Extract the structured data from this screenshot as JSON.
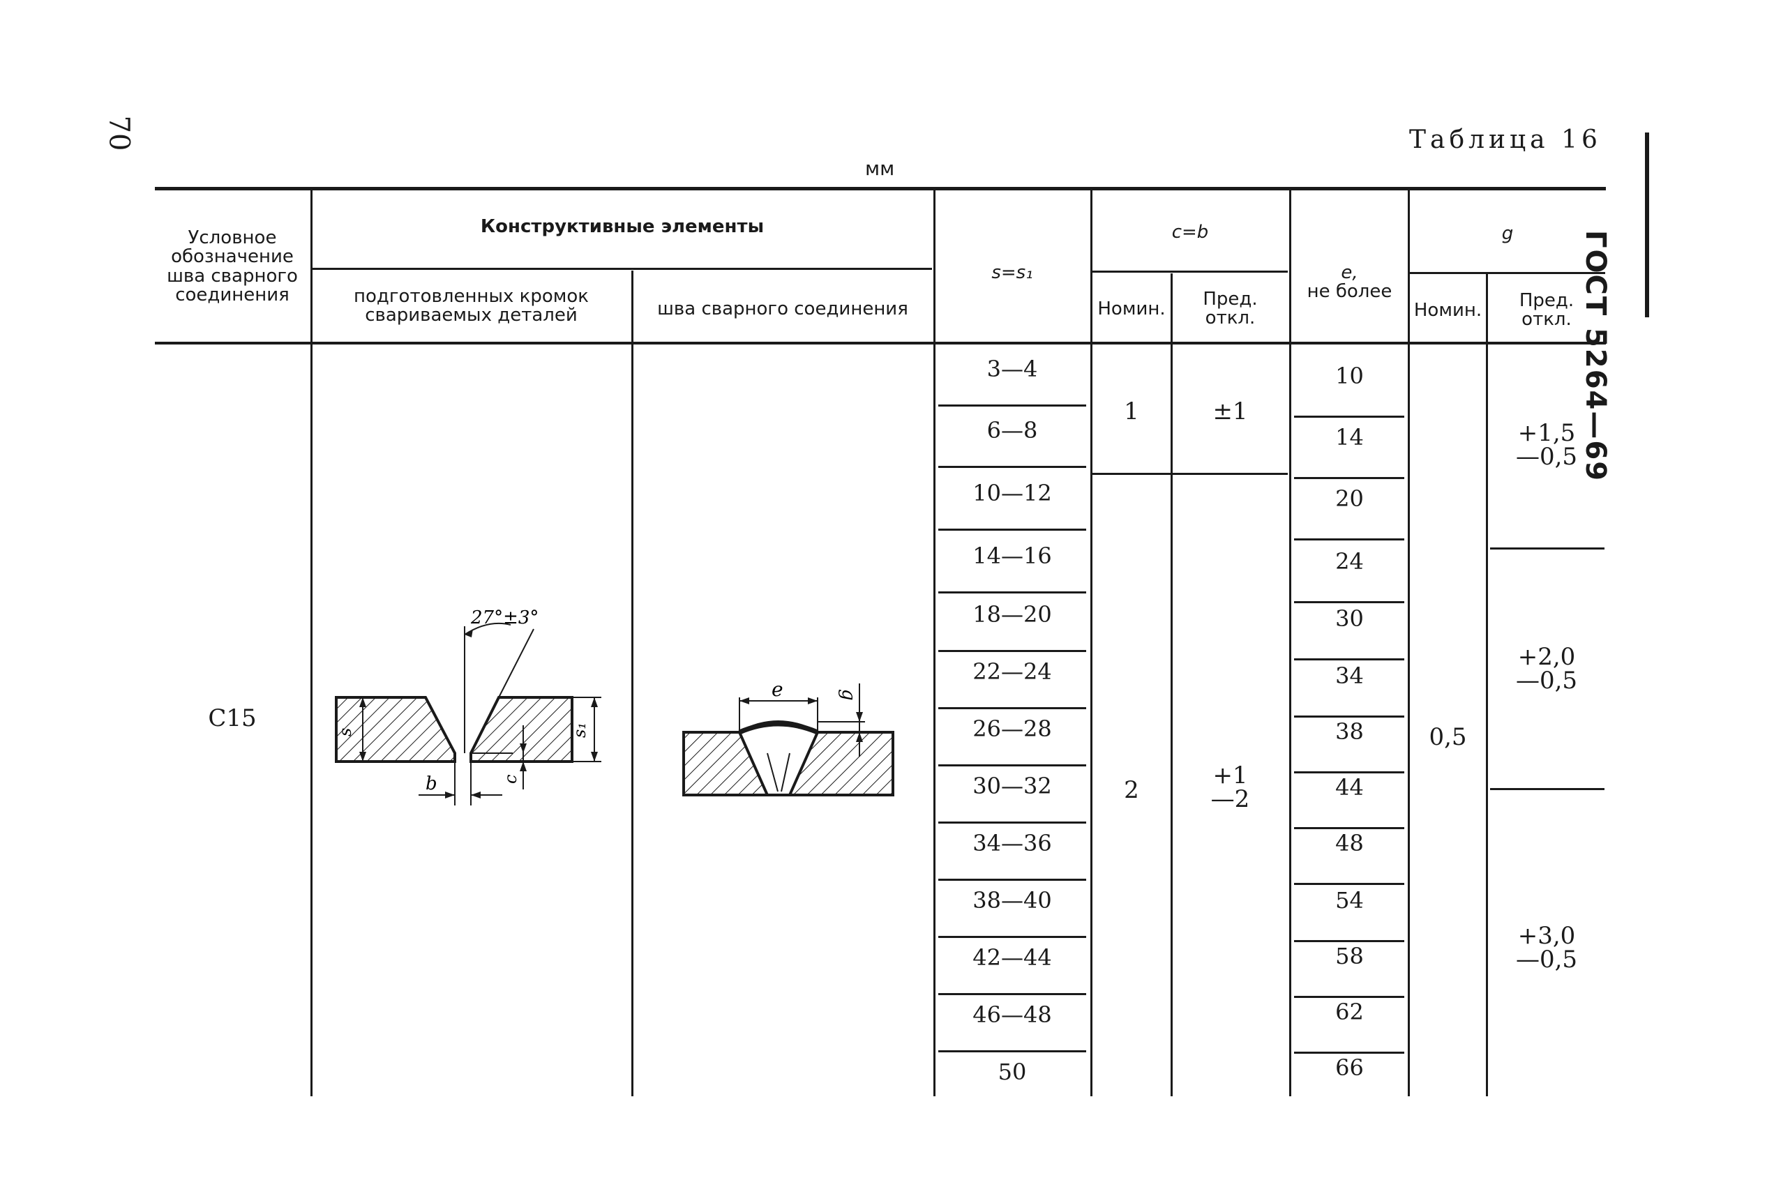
{
  "page": {
    "number": "70",
    "standard": "ГОСТ 5264—69",
    "table_title": "Таблица 16",
    "unit": "мм"
  },
  "headers": {
    "designation": [
      "Условное",
      "обозначение",
      "шва сварного",
      "соединения"
    ],
    "construct": "Конструктивные элементы",
    "prepared_edges": [
      "подготовленных кромок",
      "свариваемых деталей"
    ],
    "weld_seam": "шва сварного соединения",
    "s": "s=s₁",
    "cb": "c=b",
    "nominal": "Номин.",
    "tolerance": [
      "Пред.",
      "откл."
    ],
    "e": [
      "e,",
      "не более"
    ],
    "g": "g"
  },
  "designation": "C15",
  "drawing_labels": {
    "angle": "27°±3°",
    "s": "s",
    "s1": "s₁",
    "b": "b",
    "c": "c",
    "e": "e",
    "g": "g"
  },
  "s_values": [
    "3—4",
    "6—8",
    "10—12",
    "14—16",
    "18—20",
    "22—24",
    "26—28",
    "30—32",
    "34—36",
    "38—40",
    "42—44",
    "46—48",
    "50"
  ],
  "cb_groups": [
    {
      "nominal": "1",
      "tolerance": "±1"
    },
    {
      "nominal": "2",
      "tolerance_plus": "+1",
      "tolerance_minus": "—2"
    }
  ],
  "e_values": [
    "10",
    "14",
    "20",
    "24",
    "30",
    "34",
    "38",
    "44",
    "48",
    "54",
    "58",
    "62",
    "66"
  ],
  "g_nominal": "0,5",
  "g_tolerances": [
    {
      "plus": "+1,5",
      "minus": "—0,5"
    },
    {
      "plus": "+2,0",
      "minus": "—0,5"
    },
    {
      "plus": "+3,0",
      "minus": "—0,5"
    }
  ]
}
